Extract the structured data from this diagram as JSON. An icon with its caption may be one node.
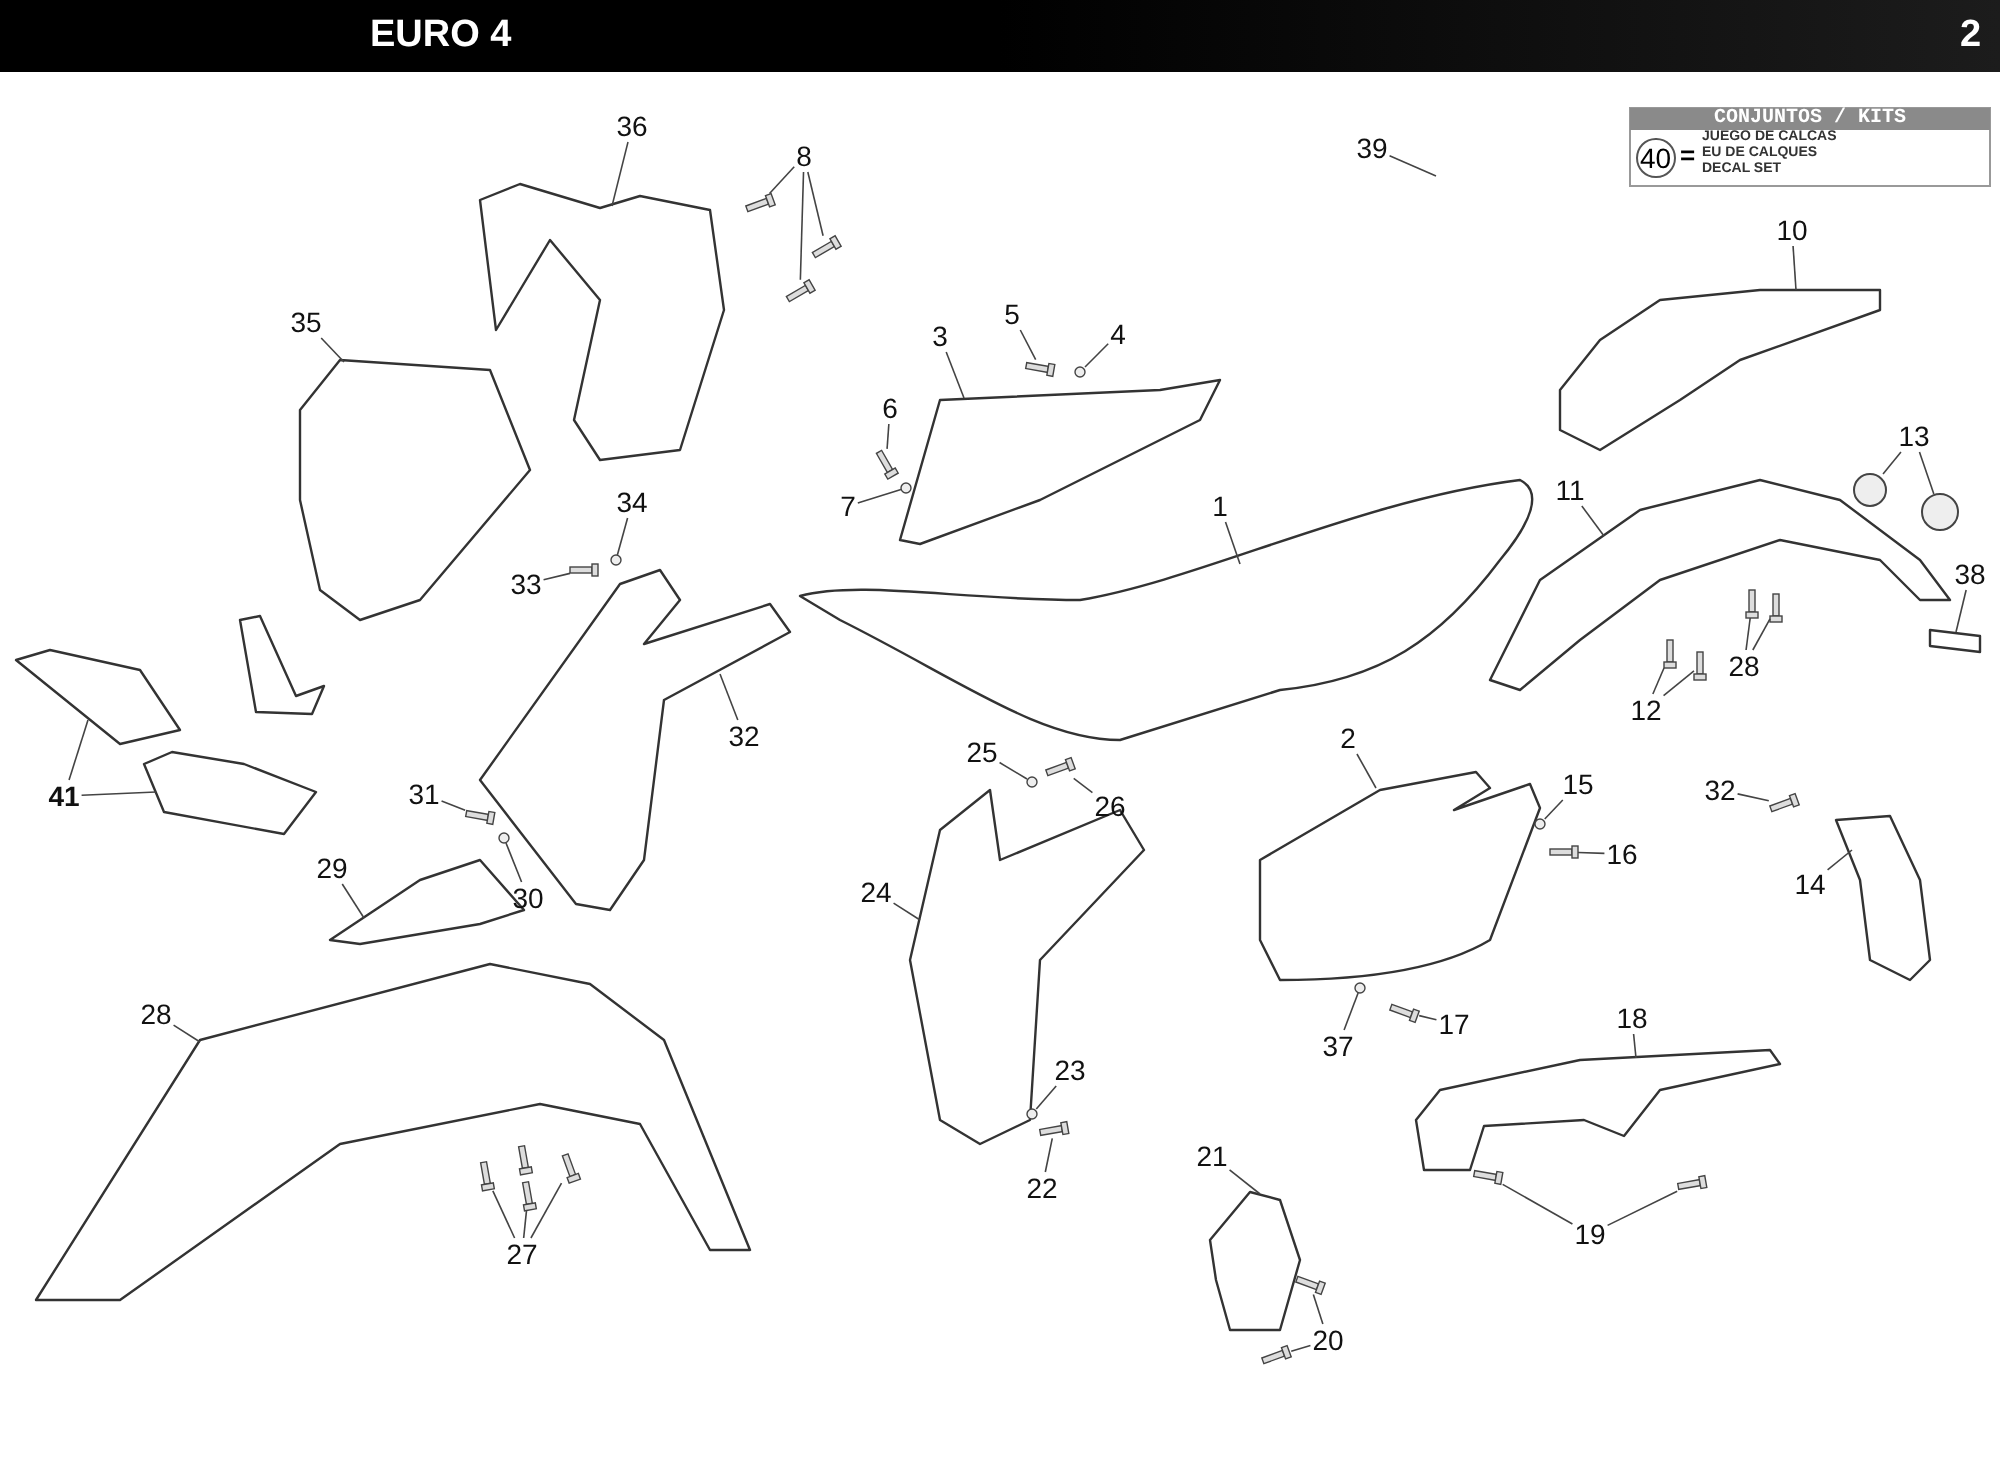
{
  "diagram": {
    "nodes": [
      {
        "text": [
          "36"
        ]
      },
      {
        "text": [
          "8"
        ]
      },
      {
        "text": [
          "39"
        ]
      },
      {
        "text": [
          "10"
        ]
      },
      {
        "text": [
          "5"
        ]
      },
      {
        "text": [
          "4"
        ]
      },
      {
        "text": [
          "3"
        ]
      },
      {
        "text": [
          "35"
        ]
      },
      {
        "text": [
          "6"
        ]
      },
      {
        "text": [
          "13"
        ]
      },
      {
        "text": [
          "7"
        ]
      },
      {
        "text": [
          "11"
        ]
      },
      {
        "text": [
          "1"
        ]
      },
      {
        "text": [
          "34"
        ]
      },
      {
        "text": [
          "33"
        ]
      },
      {
        "text": [
          "38"
        ]
      },
      {
        "text": [
          "28"
        ]
      },
      {
        "text": [
          "12"
        ]
      },
      {
        "text": [
          "32"
        ]
      },
      {
        "text": [
          "2"
        ]
      },
      {
        "text": [
          "15"
        ]
      },
      {
        "text": [
          "25"
        ]
      },
      {
        "text": [
          "26"
        ]
      },
      {
        "text": [
          "32"
        ]
      },
      {
        "text": [
          "31"
        ]
      },
      {
        "text": [
          "41"
        ]
      },
      {
        "text": [
          "16"
        ]
      },
      {
        "text": [
          "30"
        ]
      },
      {
        "text": [
          "29"
        ]
      },
      {
        "text": [
          "24"
        ]
      },
      {
        "text": [
          "14"
        ]
      },
      {
        "text": [
          "28"
        ]
      },
      {
        "text": [
          "37"
        ]
      },
      {
        "text": [
          "17"
        ]
      },
      {
        "text": [
          "18"
        ]
      },
      {
        "text": [
          "23"
        ]
      },
      {
        "text": [
          "21"
        ]
      },
      {
        "text": [
          "22"
        ]
      },
      {
        "text": [
          "19"
        ]
      },
      {
        "text": [
          "27"
        ]
      },
      {
        "text": [
          "20"
        ]
      },
      {
        "text": [],
        "shape": "picture"
      },
      {
        "text": [],
        "shape": "box"
      },
      {
        "text": [],
        "shape": "box"
      },
      {
        "text": [],
        "shape": "box"
      },
      {
        "text": [],
        "shape": "picture"
      },
      {
        "text": [],
        "shape": "box"
      },
      {
        "text": [],
        "shape": "circle"
      },
      {
        "text": [],
        "shape": "picture"
      },
      {
        "text": [],
        "shape": "picture"
      },
      {
        "text": [],
        "shape": "box"
      },
      {
        "text": [],
        "shape": "circle"
      },
      {
        "text": [],
        "shape": "circle"
      },
      {
        "text": [],
        "shape": "circle"
      },
      {
        "text": [],
        "shape": "picture"
      },
      {
        "text": [],
        "shape": "picture"
      },
      {
        "text": [],
        "shape": "circle"
      },
      {
        "text": [],
        "shape": "box"
      },
      {
        "text": [],
        "shape": "box"
      },
      {
        "text": [],
        "shape": "box"
      },
      {
        "text": [],
        "shape": "box"
      },
      {
        "text": [],
        "shape": "box"
      },
      {
        "text": [],
        "shape": "box"
      },
      {
        "text": [],
        "shape": "picture"
      },
      {
        "text": [],
        "shape": "picture"
      },
      {
        "text": [],
        "shape": "circle"
      },
      {
        "text": [],
        "shape": "circle"
      },
      {
        "text": [],
        "shape": "box"
      },
      {
        "text": [],
        "shape": "box"
      },
      {
        "text": [],
        "shape": "box"
      },
      {
        "text": [],
        "shape": "picture"
      },
      {
        "text": [],
        "shape": "picture"
      },
      {
        "text": [],
        "shape": "box"
      },
      {
        "text": [],
        "shape": "circle"
      },
      {
        "text": [],
        "shape": "picture"
      },
      {
        "text": [],
        "shape": "picture"
      },
      {
        "text": [],
        "shape": "picture"
      },
      {
        "text": [],
        "shape": "picture"
      },
      {
        "text": [],
        "shape": "circle"
      },
      {
        "text": [],
        "shape": "box"
      },
      {
        "text": [],
        "shape": "picture"
      },
      {
        "text": [],
        "shape": "circle"
      },
      {
        "text": [],
        "shape": "picture"
      },
      {
        "text": [],
        "shape": "box"
      },
      {
        "text": [],
        "shape": "box"
      },
      {
        "text": [],
        "shape": "box"
      },
      {
        "text": [],
        "shape": "box"
      },
      {
        "text": [],
        "shape": "box"
      },
      {
        "text": [],
        "shape": "box"
      },
      {
        "text": [],
        "shape": "box"
      },
      {
        "text": [],
        "shape": "box"
      },
      {
        "text": [],
        "shape": "box"
      },
      {
        "text": [],
        "shape": "picture"
      }
    ],
    "edges": [
      {
        "from": 0,
        "to": 41,
        "arrow": "none"
      },
      {
        "from": 1,
        "to": 42,
        "arrow": "none"
      },
      {
        "from": 1,
        "to": 43,
        "arrow": "none"
      },
      {
        "from": 1,
        "to": 44,
        "arrow": "none"
      },
      {
        "from": 2,
        "to": null,
        "arrow": "none"
      },
      {
        "from": 3,
        "to": 45,
        "arrow": "none"
      },
      {
        "from": 4,
        "to": 46,
        "arrow": "none"
      },
      {
        "from": 5,
        "to": 47,
        "arrow": "none"
      },
      {
        "from": 6,
        "to": 48,
        "arrow": "none"
      },
      {
        "from": 7,
        "to": 49,
        "arrow": "none"
      },
      {
        "from": 8,
        "to": 50,
        "arrow": "none"
      },
      {
        "from": 9,
        "to": 51,
        "arrow": "none"
      },
      {
        "from": 9,
        "to": 52,
        "arrow": "none"
      },
      {
        "from": 10,
        "to": 53,
        "arrow": "none"
      },
      {
        "from": 11,
        "to": 54,
        "arrow": "none"
      },
      {
        "from": 12,
        "to": 55,
        "arrow": "none"
      },
      {
        "from": 13,
        "to": 56,
        "arrow": "none"
      },
      {
        "from": 14,
        "to": 57,
        "arrow": "none"
      },
      {
        "from": 15,
        "to": 58,
        "arrow": "none"
      },
      {
        "from": 16,
        "to": 59,
        "arrow": "none"
      },
      {
        "from": 16,
        "to": 60,
        "arrow": "none"
      },
      {
        "from": 17,
        "to": 61,
        "arrow": "none"
      },
      {
        "from": 17,
        "to": 62,
        "arrow": "none"
      },
      {
        "from": 18,
        "to": 63,
        "arrow": "none"
      },
      {
        "from": 19,
        "to": 64,
        "arrow": "none"
      },
      {
        "from": 20,
        "to": 65,
        "arrow": "none"
      },
      {
        "from": 21,
        "to": 66,
        "arrow": "none"
      },
      {
        "from": 22,
        "to": 67,
        "arrow": "none"
      },
      {
        "from": 23,
        "to": 68,
        "arrow": "none"
      },
      {
        "from": 24,
        "to": 69,
        "arrow": "none"
      },
      {
        "from": 25,
        "to": 70,
        "arrow": "none"
      },
      {
        "from": 25,
        "to": 71,
        "arrow": "none"
      },
      {
        "from": 26,
        "to": 72,
        "arrow": "none"
      },
      {
        "from": 27,
        "to": 73,
        "arrow": "none"
      },
      {
        "from": 28,
        "to": 74,
        "arrow": "none"
      },
      {
        "from": 29,
        "to": 75,
        "arrow": "none"
      },
      {
        "from": 30,
        "to": 76,
        "arrow": "none"
      },
      {
        "from": 31,
        "to": 77,
        "arrow": "none"
      },
      {
        "from": 32,
        "to": 78,
        "arrow": "none"
      },
      {
        "from": 33,
        "to": 79,
        "arrow": "none"
      },
      {
        "from": 34,
        "to": 80,
        "arrow": "none"
      },
      {
        "from": 35,
        "to": 81,
        "arrow": "none"
      },
      {
        "from": 36,
        "to": 82,
        "arrow": "none"
      },
      {
        "from": 37,
        "to": 83,
        "arrow": "none"
      },
      {
        "from": 38,
        "to": 84,
        "arrow": "none"
      },
      {
        "from": 38,
        "to": 85,
        "arrow": "none"
      },
      {
        "from": 39,
        "to": 86,
        "arrow": "none"
      },
      {
        "from": 39,
        "to": 87,
        "arrow": "none"
      },
      {
        "from": 39,
        "to": 88,
        "arrow": "none"
      },
      {
        "from": 40,
        "to": 89,
        "arrow": "none"
      },
      {
        "from": 40,
        "to": 90,
        "arrow": "none"
      }
    ],
    "labels": [
      "EURO 4",
      "2",
      "CONJUNTOS / KITS",
      "40",
      "=",
      "JUEGO DE CALCAS",
      "EU DE CALQUES",
      "DECAL SET"
    ]
  }
}
